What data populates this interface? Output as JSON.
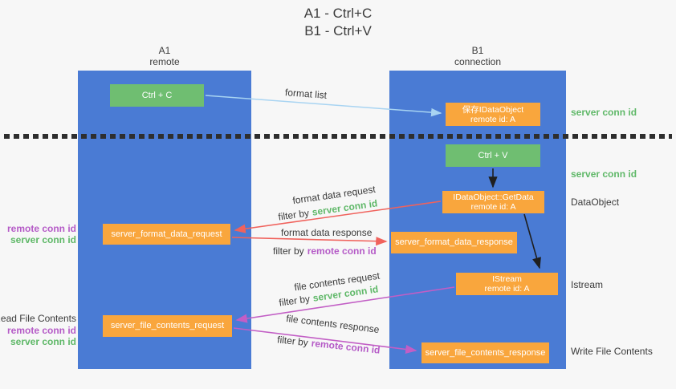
{
  "title": {
    "line1": "A1 - Ctrl+C",
    "line2": "B1 - Ctrl+V"
  },
  "columns": {
    "left": {
      "title": "A1",
      "subtitle": "remote"
    },
    "right": {
      "title": "B1",
      "subtitle": "connection"
    }
  },
  "nodes": {
    "ctrl_c": "Ctrl + C",
    "save_idataobject": {
      "line1": "保存IDataObject",
      "line2": "remote id: A"
    },
    "ctrl_v": "Ctrl + V",
    "getdata": {
      "line1": "IDataObject::GetData",
      "line2": "remote id: A"
    },
    "format_request": "server_format_data_request",
    "format_response": "server_format_data_response",
    "istream": {
      "line1": "IStream",
      "line2": "remote id: A"
    },
    "file_request": "server_file_contents_request",
    "file_response": "server_file_contents_response"
  },
  "labels": {
    "format_list": "format list",
    "format_data_request": "format data request",
    "format_data_response": "format data response",
    "file_contents_request": "file contents request",
    "file_contents_response": "file contents response",
    "filter_by": "filter by",
    "server_conn_id": "server conn id",
    "remote_conn_id": "remote conn id",
    "dataobject": "DataObject",
    "istream": "Istream",
    "read_file_contents": "Read File Contents",
    "write_file_contents": "Write File Contents"
  },
  "colors": {
    "column_blue": "#4a7bd4",
    "box_green": "#6fbe71",
    "box_orange": "#f9a63d",
    "arrow_light_blue": "#a8d4f2",
    "arrow_red": "#f0625c",
    "arrow_magenta": "#c25ec5",
    "arrow_black": "#1f1f1f",
    "text_green": "#5fb868",
    "text_purple": "#b55bc7",
    "background": "#f7f7f7"
  }
}
